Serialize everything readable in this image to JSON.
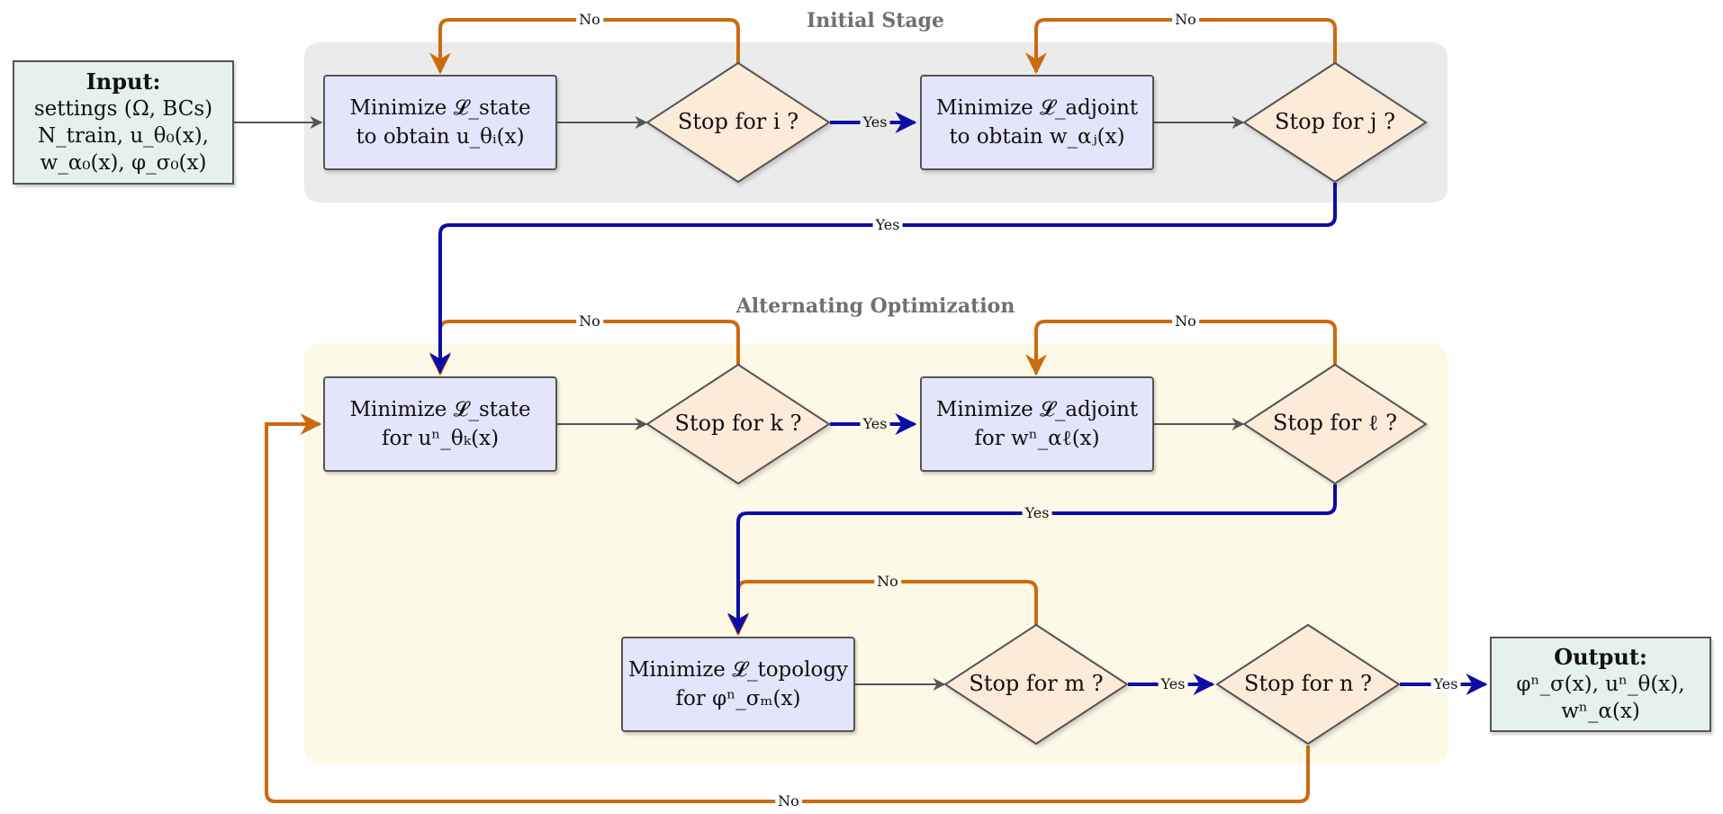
{
  "stages": {
    "initial_title": "Initial Stage",
    "alternating_title": "Alternating Optimization"
  },
  "input": {
    "heading": "Input:",
    "line1": "settings (Ω, BCs)",
    "line2": "N_train, u_θ₀(x),",
    "line3": "w_α₀(x), φ_σ₀(x)"
  },
  "output": {
    "heading": "Output:",
    "line1": "φⁿ_σ(x), uⁿ_θ(x), wⁿ_α(x)"
  },
  "boxes": {
    "state_init": {
      "line1": "Minimize 𝓛_state",
      "line2": "to obtain u_θᵢ(x)"
    },
    "adjoint_init": {
      "line1": "Minimize 𝓛_adjoint",
      "line2": "to obtain w_αⱼ(x)"
    },
    "state_alt": {
      "line1": "Minimize 𝓛_state",
      "line2": "for uⁿ_θₖ(x)"
    },
    "adjoint_alt": {
      "line1": "Minimize 𝓛_adjoint",
      "line2": "for wⁿ_αℓ(x)"
    },
    "topology": {
      "line1": "Minimize 𝓛_topology",
      "line2": "for φⁿ_σₘ(x)"
    }
  },
  "decisions": {
    "i": "Stop for i ?",
    "j": "Stop for j ?",
    "k": "Stop for k ?",
    "l": "Stop for ℓ ?",
    "m": "Stop for m ?",
    "n": "Stop for n ?"
  },
  "edge_labels": {
    "yes": "Yes",
    "no": "No"
  },
  "colors": {
    "no_edge": "#cc6a10",
    "yes_edge": "#0d0da6",
    "plain_edge": "#555555",
    "box_fill": "#e4e4fb",
    "diamond_fill": "#fdebd9",
    "io_fill": "#e4f1ef",
    "initial_bg": "#ebebeb",
    "alternating_bg": "#fdf9e7"
  }
}
